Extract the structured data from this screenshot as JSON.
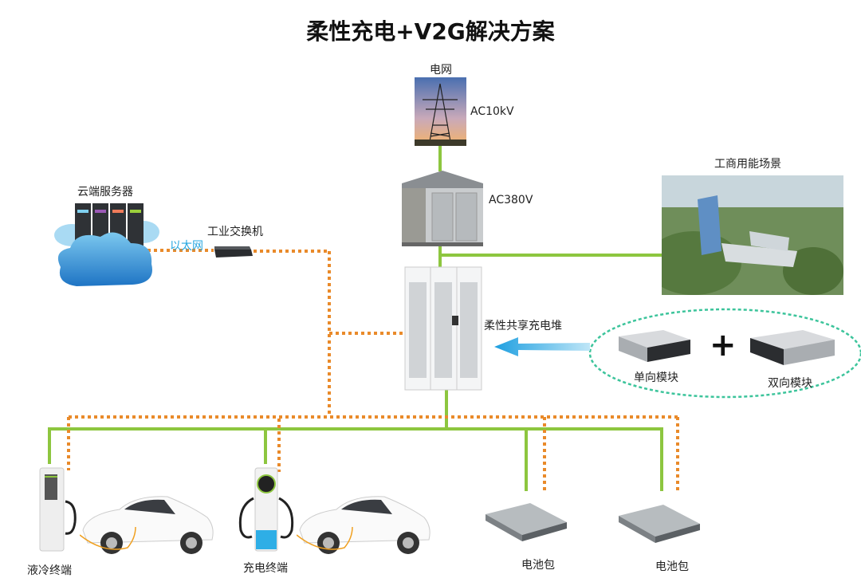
{
  "title": "柔性充电+V2G解决方案",
  "grid": {
    "label": "电网",
    "voltage": "AC10kV"
  },
  "transformer": {
    "voltage": "AC380V"
  },
  "cabinet": {
    "label": "柔性共享充电堆"
  },
  "commercial": {
    "label": "工商用能场景"
  },
  "cloud": {
    "label": "云端服务器"
  },
  "network": {
    "ethernet_label": "以太网",
    "switch_label": "工业交换机"
  },
  "modules": {
    "unidirectional": "单向模块",
    "plus": "+",
    "bidirectional": "双向模块"
  },
  "terminals": [
    {
      "label": "液冷终端"
    },
    {
      "label": "充电终端"
    }
  ],
  "batteries": [
    {
      "label": "电池包"
    },
    {
      "label": "电池包"
    }
  ],
  "colors": {
    "power_line": "#8dc63f",
    "data_line": "#e98a2a",
    "arrow": "#29a8e0",
    "ellipse": "#3cc49b",
    "ethernet_text": "#29a8e0"
  }
}
